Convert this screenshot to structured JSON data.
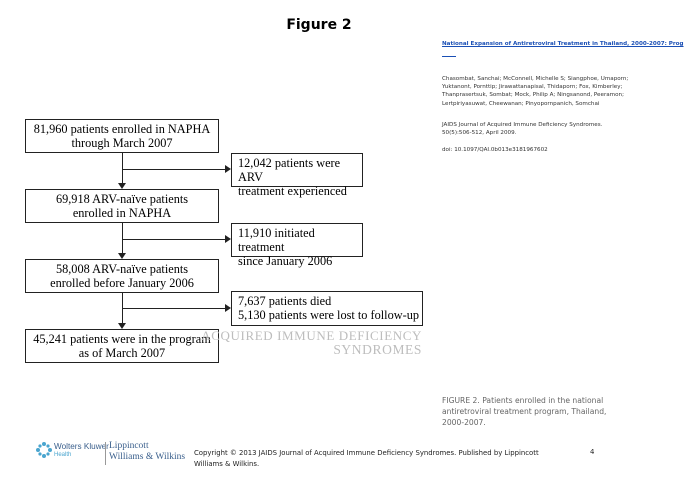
{
  "title": "Figure 2",
  "article": {
    "link_text": "National Expansion of Antiretroviral Treatment in Thailand, 2000-2007: Prog",
    "authors": "Chasombat, Sanchai; McConnell, Michelle S; Siangphoe, Umaporn; Yuktanont, Pornttip; Jirawattanapisal, Thidaporn; Fox, Kimberley; Thanprasertsuk, Sombat; Mock, Philip A; Ningsanond, Peeramon; Lertpiriyasuwat, Cheewanan; Pinyopornpanich, Somchai",
    "journal": "JAIDS Journal of Acquired Immune Deficiency Syndromes. 50(5):506-512, April 2009.",
    "doi": "doi: 10.1097/QAI.0b013e3181967602"
  },
  "flowchart": {
    "box1_line1": "81,960 patients enrolled in NAPHA",
    "box1_line2": "through March 2007",
    "side1_line1": "12,042 patients were ARV",
    "side1_line2": "treatment experienced",
    "box2_line1": "69,918 ARV-naïve patients",
    "box2_line2": "enrolled in NAPHA",
    "side2_line1": "11,910 initiated treatment",
    "side2_line2": "since January 2006",
    "box3_line1": "58,008 ARV-naïve patients",
    "box3_line2": "enrolled before January 2006",
    "side3_line1": "7,637 patients died",
    "side3_line2": "5,130 patients were lost to follow-up",
    "box4_line1": "45,241 patients were in the program",
    "box4_line2": "as of March 2007"
  },
  "watermark": {
    "line1": "ACQUIRED IMMUNE DEFICIENCY",
    "line2": "SYNDROMES"
  },
  "caption": "FIGURE 2. Patients enrolled in the national antiretroviral treatment program, Thailand, 2000-2007.",
  "footer": {
    "logo_wk": "Wolters Kluwer",
    "logo_health": "Health",
    "logo_lippincott_line1": "Lippincott",
    "logo_lippincott_line2": "Williams & Wilkins",
    "copyright": "Copyright © 2013 JAIDS Journal of Acquired Immune Deficiency Syndromes. Published by Lippincott Williams & Wilkins.",
    "page_number": "4"
  },
  "colors": {
    "link": "#1a4fb5",
    "caption": "#666666",
    "watermark": "#bdbdbd",
    "brand_blue": "#3a5f8c",
    "health_blue": "#4aa5cf"
  }
}
